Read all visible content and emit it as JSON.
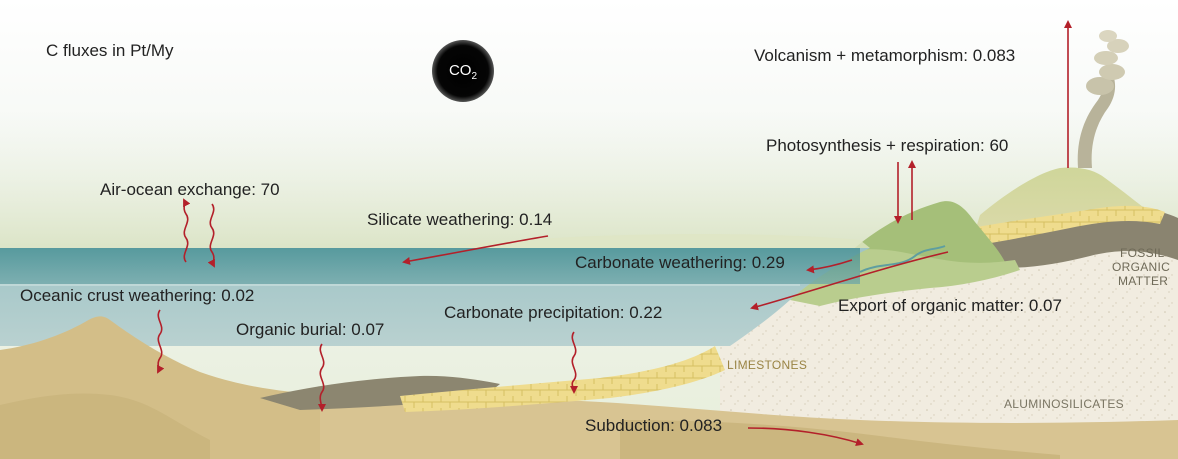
{
  "units_title": "C fluxes in Pt/My",
  "co2": {
    "base": "CO",
    "subscript": "2"
  },
  "fluxes": {
    "volcanism": "Volcanism + metamorphism: 0.083",
    "photosynthesis": "Photosynthesis + respiration: 60",
    "air_ocean": "Air-ocean exchange: 70",
    "silicate_weathering": "Silicate weathering: 0.14",
    "carbonate_weathering": "Carbonate weathering: 0.29",
    "oceanic_crust": "Oceanic crust weathering: 0.02",
    "export_organic": "Export of organic matter: 0.07",
    "organic_burial": "Organic burial: 0.07",
    "carbonate_precipitation": "Carbonate precipitation: 0.22",
    "subduction": "Subduction: 0.083"
  },
  "formations": {
    "limestones": "LIMESTONES",
    "fossil_1": "FOSSIL",
    "fossil_2": "ORGANIC",
    "fossil_3": "MATTER",
    "aluminosilicates": "ALUMINOSILICATES"
  },
  "colors": {
    "arrow": "#b3202a",
    "ocean": "#8fb8bb",
    "ocean_surface": "#4e9598",
    "sediment_sand": "#dcc89a",
    "limestone": "#efdc8e",
    "continent_bedrock": "#f0ebdc",
    "vegetation": "#a9c27f"
  }
}
